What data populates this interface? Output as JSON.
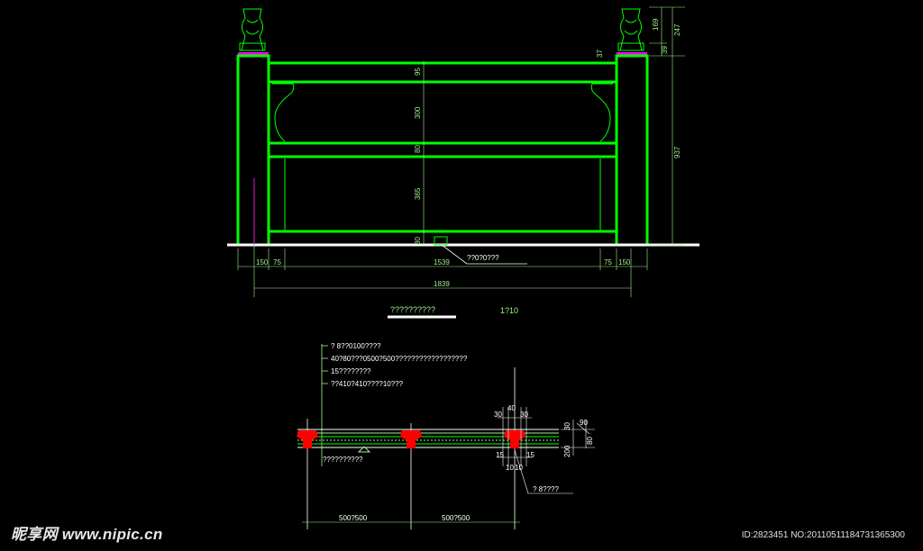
{
  "colors": {
    "background": "#000000",
    "structure": "#00ff00",
    "dimension": "#9ff58a",
    "text": "#ffffff",
    "anchor": "#ff0000",
    "cap": "#ff00ff"
  },
  "elevation": {
    "title": "??????????",
    "scale": "1?10",
    "callout": "??0?0???",
    "dims_vertical_right": [
      "169",
      "247",
      "39",
      "937"
    ],
    "dims_center": [
      "95",
      "300",
      "80",
      "365",
      "80"
    ],
    "dim_top_post": "37",
    "dims_bottom": [
      "150",
      "75",
      "1539",
      "75",
      "150"
    ],
    "dim_overall": "1839"
  },
  "section": {
    "notes": [
      "? 8??0100????",
      "40?80???0500?500??????????????????",
      "15????????",
      "??410?410????10???"
    ],
    "bottom_note": "??????????",
    "anchor_note": "? 8????",
    "dims_top": [
      "30",
      "40",
      "30"
    ],
    "dims_right": [
      "30",
      "90",
      "200",
      "80"
    ],
    "dims_bottom_small": [
      "15",
      "10",
      "10",
      "15"
    ],
    "dims_spacing": [
      "500?500",
      "500?500"
    ]
  },
  "watermark": {
    "site": "昵享网 www.nipic.cn",
    "id": "ID:2823451 NO:20110511184731365300"
  }
}
